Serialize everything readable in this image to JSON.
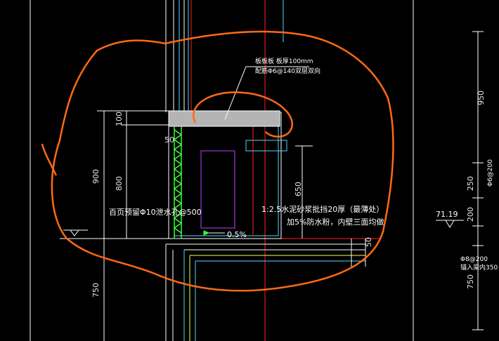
{
  "annotations": {
    "top_note_1": "板板板 板厚100mm",
    "top_note_2": "配筋Φ6@140双层双向",
    "hole_note": "百页预留Φ10泄水孔@500",
    "mortar_note_1": "1:2.5水泥砂浆批挡20厚（最薄处）",
    "mortar_note_2": "加5%防水粉，内壁三面均做",
    "slope": "0.5%",
    "right_rebar_1": "Φ6@200",
    "right_rebar_2": "Φ8@200",
    "right_rebar_3": "锚入梁内350"
  },
  "dimensions": {
    "d50_left": "50",
    "d100": "100",
    "d900": "900",
    "d800": "800",
    "d650": "650",
    "d750_left": "750",
    "d950": "950",
    "d250": "250",
    "d200": "200",
    "d50_right": "50",
    "d750_right": "750"
  },
  "elevation": "71.19",
  "colors": {
    "background": "#000000",
    "markup": "#ff6a13",
    "slab": "#b4b4b4",
    "rebar_green": "#3cff3c",
    "line_white": "#ffffff",
    "line_cyan": "#4fd8ff",
    "line_red": "#ff2020",
    "line_yellow": "#ffff40",
    "line_magenta": "#c040ff"
  }
}
